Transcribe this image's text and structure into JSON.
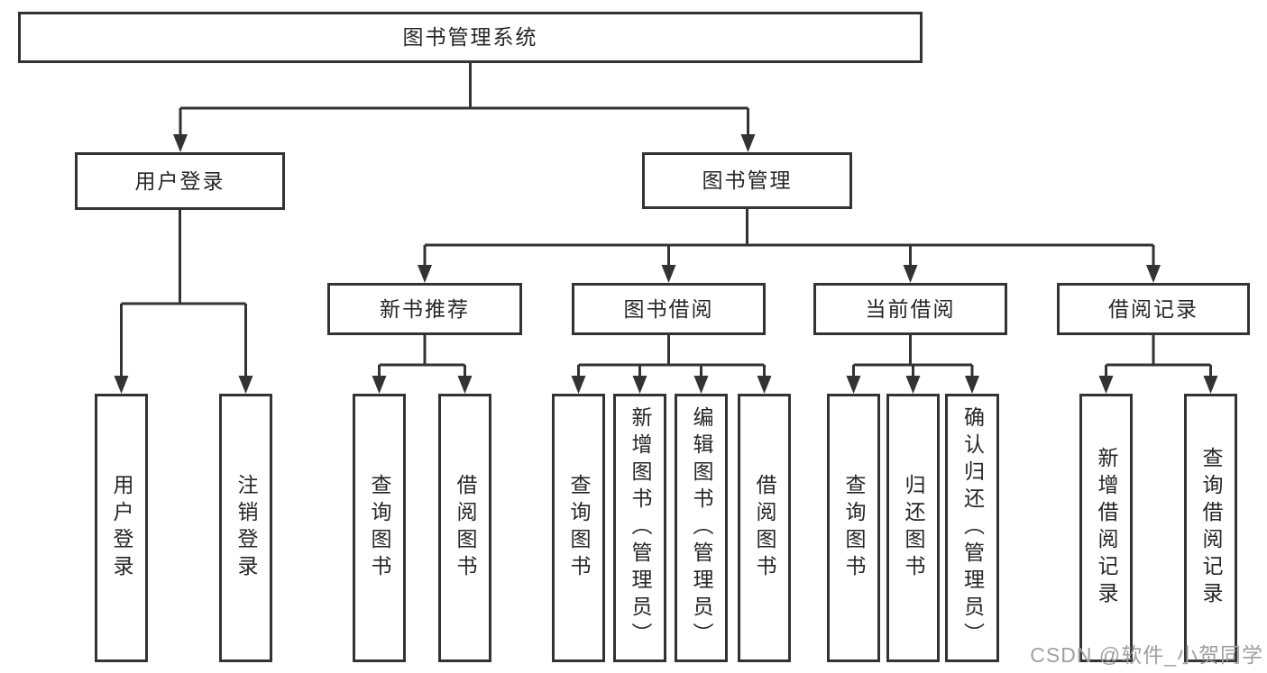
{
  "diagram": {
    "root": {
      "label": "图书管理系统"
    },
    "user_login": {
      "label": "用户登录",
      "children": [
        {
          "label": "用户登录"
        },
        {
          "label": "注销登录"
        }
      ]
    },
    "book_mgmt": {
      "label": "图书管理",
      "modules": [
        {
          "label": "新书推荐",
          "children": [
            {
              "label": "查询图书"
            },
            {
              "label": "借阅图书"
            }
          ]
        },
        {
          "label": "图书借阅",
          "children": [
            {
              "label": "查询图书"
            },
            {
              "label": "新增图书（管理员）"
            },
            {
              "label": "编辑图书（管理员）"
            },
            {
              "label": "借阅图书"
            }
          ]
        },
        {
          "label": "当前借阅",
          "children": [
            {
              "label": "查询图书"
            },
            {
              "label": "归还图书"
            },
            {
              "label": "确认归还（管理员）"
            }
          ]
        },
        {
          "label": "借阅记录",
          "children": [
            {
              "label": "新增借阅记录"
            },
            {
              "label": "查询借阅记录"
            }
          ]
        }
      ]
    }
  },
  "watermark": {
    "text": "CSDN @软件_小贺同学"
  },
  "colors": {
    "line": "#333333",
    "text": "#262626",
    "watermark": "#a0a0a0",
    "background": "#ffffff"
  }
}
